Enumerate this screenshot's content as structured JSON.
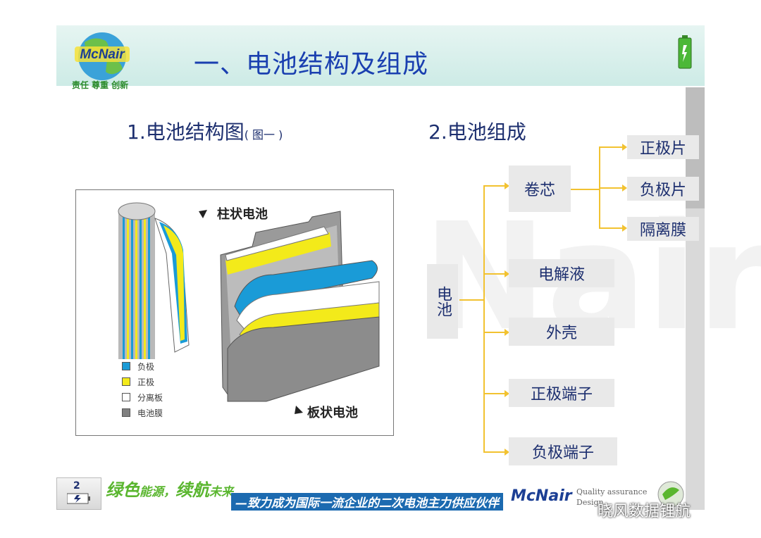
{
  "header": {
    "logo_text": "McNair",
    "logo_slogan": "责任 尊重 创新",
    "title": "一、电池结构及组成"
  },
  "section1": {
    "title": "1.电池结构图",
    "caption": "( 图一 )"
  },
  "section2": {
    "title": "2.电池组成"
  },
  "figure": {
    "cyl_label": "柱状电池",
    "plate_label": "板状电池",
    "legend": [
      {
        "label": "负极",
        "color": "#1a9bd7"
      },
      {
        "label": "正极",
        "color": "#f3ea1a"
      },
      {
        "label": "分离板",
        "color": "#ffffff"
      },
      {
        "label": "电池膜",
        "color": "#808080"
      }
    ]
  },
  "tree": {
    "root": "电池",
    "core": "卷芯",
    "core_children": [
      "正极片",
      "负极片",
      "隔离膜"
    ],
    "electrolyte": "电解液",
    "shell": "外壳",
    "pos_terminal": "正极端子",
    "neg_terminal": "负极端子"
  },
  "watermark": "Nair",
  "footer": {
    "page_number": "2",
    "slogan_part1": "绿色",
    "slogan_part2": "能源，",
    "slogan_part3": "续航",
    "slogan_part4": "未来",
    "mission": "—致力成为国际一流企业的二次电池主力供应伙伴",
    "brand": "McNair",
    "quality_line1": "Quality assurance",
    "quality_line2": "Design",
    "wechat_text": "晓风数据锂航"
  },
  "colors": {
    "title_blue": "#1a3fb0",
    "connector_yellow": "#f2c230",
    "box_gray": "#e9e9e9",
    "green": "#5ab62f"
  }
}
